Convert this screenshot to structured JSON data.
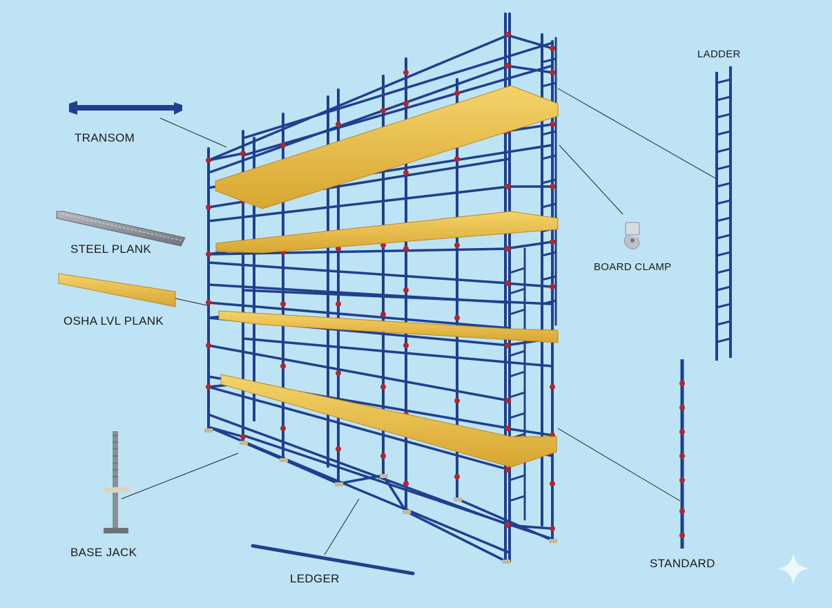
{
  "labels": {
    "transom": "TRANSOM",
    "steel_plank": "STEEL PLANK",
    "osha_lvl_plank": "OSHA LVL PLANK",
    "base_jack": "BASE JACK",
    "ledger": "LEDGER",
    "ladder": "LADDER",
    "board_clamp": "BOARD CLAMP",
    "standard": "STANDARD"
  },
  "colors": {
    "background": "#bde3f4",
    "tube_blue": "#1f3f8f",
    "rosette_red": "#b3262b",
    "plank_yellow": "#e6b83c",
    "steel_gray": "#8a8f96"
  },
  "icons": {
    "watermark": "sparkle-icon"
  }
}
